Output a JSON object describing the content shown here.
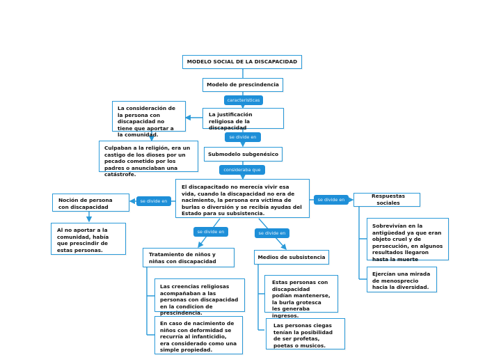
{
  "colors": {
    "accent": "#2a9ad9",
    "label_bg": "#1e8fd8",
    "text": "#111111"
  },
  "nodes": {
    "root": "MODELO SOCIAL DE LA DISCAPACIDAD",
    "prescindencia": "Modelo de prescindencia",
    "justificacion": "La justificación religiosa de la discapacidad",
    "consideracion": "La consideración de la persona con discapacidad no tiene que aportar a la comunidad.",
    "culpaban": "Culpaban a la religión, era un castigo de los dioses por un pecado cometido por los padres o anunciaban una catástrofe.",
    "submodelo": "Submodelo subgenésico",
    "discapacitado": "El discapacitado no merecía vivir esa vida, cuando la discapacidad no era de nacimiento, la persona era víctima de burlas o diversión y se recibía ayudas del Estado para su subsistencia.",
    "nocion": "Noción de persona con discapacidad",
    "al_no_aportar": "Al no aportar a la comunidad, había que prescindir de estas personas.",
    "respuestas": "Respuestas sociales",
    "sobrevivian": "Sobrevivían en la antigüedad ya que eran objeto cruel y de persecución, en algunos resultados llegaron hasta la muerte",
    "ejercian": "Ejercían una mirada de menosprecio hacia la diversidad.",
    "tratamiento": "Tratamiento de niños y niñas con discapacidad",
    "creencias": "Las creencias religiosas acompañaban a las personas con discapacidad en la condicion de prescindencia.",
    "nacimiento": "En caso de nacimiento de niños con deformidad se recurría al infanticidio, era considerado como una simple propiedad.",
    "medios": "Medios de subsistencia",
    "estas_personas": "Estas personas con discapacidad podían mantenerse, la burla grotesca les generaba ingresos.",
    "ciegas": "Las personas ciegas tenían la posibilidad de ser profetas, poetas o musicos."
  },
  "labels": {
    "caracteristicas": "caracteristicas",
    "se_divide_1": "se divide en",
    "consideraba": "consideraba que",
    "se_divide_left": "se divide en",
    "se_divide_right": "se divide en",
    "se_divide_down_left": "se divide en",
    "se_divide_down_right": "se divide en"
  }
}
